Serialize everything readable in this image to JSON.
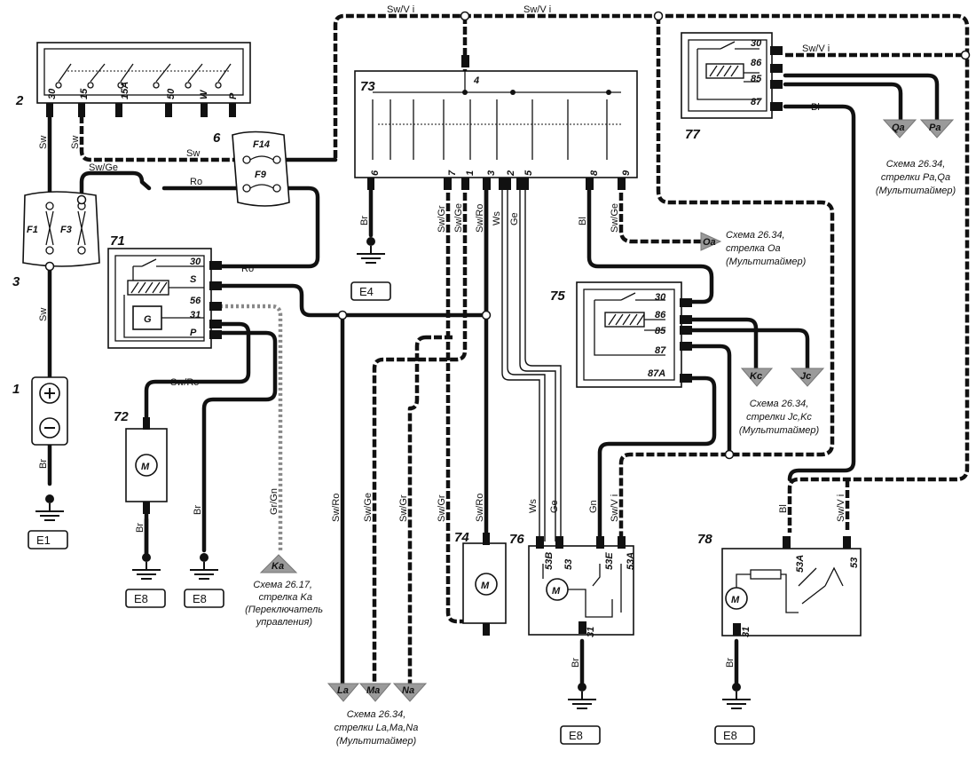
{
  "components": [
    {
      "id": "c1",
      "text": "1"
    },
    {
      "id": "c2",
      "text": "2"
    },
    {
      "id": "c3",
      "text": "3"
    },
    {
      "id": "c6",
      "text": "6"
    },
    {
      "id": "c71",
      "text": "71"
    },
    {
      "id": "c72",
      "text": "72"
    },
    {
      "id": "c73",
      "text": "73"
    },
    {
      "id": "c74",
      "text": "74"
    },
    {
      "id": "c75",
      "text": "75"
    },
    {
      "id": "c76",
      "text": "76"
    },
    {
      "id": "c77",
      "text": "77"
    },
    {
      "id": "c78",
      "text": "78"
    }
  ],
  "wire_labels": {
    "top_left": "Sw/V i",
    "top_right": "Sw/V i",
    "sw_2a": "Sw",
    "sw_2b": "Sw",
    "sw_f14": "Sw",
    "swge": "Sw/Ge",
    "ro_f9": "Ro",
    "sw_3": "Sw",
    "br_1": "Br",
    "ro_71": "Ro",
    "swro_72": "Sw/Ro",
    "br_72": "Br",
    "br_71": "Br",
    "grgn": "Gr/Gn",
    "br_e4": "Br",
    "swgr_73": "Sw/Gr",
    "swge_73": "Sw/Ge",
    "swro_73": "Sw/Ro",
    "ws_73": "Ws",
    "ge_73": "Ge",
    "bl_73": "Bl",
    "swge_9": "Sw/Ge",
    "swro_la": "Sw/Ro",
    "swge_ma": "Sw/Ge",
    "swgr_na": "Sw/Gr",
    "swgr_74": "Sw/Gr",
    "swro_74": "Sw/Ro",
    "ws_76": "Ws",
    "ge_76": "Ge",
    "gn_76": "Gn",
    "swvi_76": "Sw/V i",
    "bl_78": "Bl",
    "swvi_78": "Sw/V i",
    "br_76": "Br",
    "br_78": "Br",
    "swvi_77": "Sw/V i",
    "bl_77": "Bl"
  },
  "fuses": {
    "f14": "F14",
    "f9": "F9",
    "f1": "F1",
    "f3": "F3"
  },
  "pins": {
    "sw2": [
      "30",
      "15",
      "15A",
      "50",
      "W",
      "P"
    ],
    "r71": [
      "30",
      "S",
      "56",
      "31",
      "P"
    ],
    "r73": [
      "6",
      "7",
      "1",
      "3",
      "2",
      "5",
      "8",
      "9"
    ],
    "pin4": "4",
    "r75": [
      "30",
      "86",
      "85",
      "87",
      "87A"
    ],
    "r77": [
      "30",
      "86",
      "85",
      "87"
    ],
    "m76": [
      "53B",
      "53",
      "53E",
      "53A",
      "31"
    ],
    "m78": [
      "53A",
      "53",
      "31"
    ],
    "gen": "G",
    "motor": "M"
  },
  "arrows": {
    "Ka": "Ka",
    "Oa": "Oa",
    "La": "La",
    "Ma": "Ma",
    "Na": "Na",
    "Kc": "Kc",
    "Jc": "Jc",
    "Qa": "Qa",
    "Pa": "Pa"
  },
  "grounds": {
    "e1": "E1",
    "e4": "E4",
    "e8a": "E8",
    "e8b": "E8",
    "e8c": "E8",
    "e8d": "E8"
  },
  "notes": {
    "ka": [
      "Схема 26.17,",
      "стрелка Ka",
      "(Переключатель",
      "управления)"
    ],
    "oa": [
      "Схема 26.34,",
      "стрелка Oa",
      "(Мультитаймер)"
    ],
    "jc": [
      "Схема 26.34,",
      "стрелки  Jc,Kc",
      "(Мультитаймер)"
    ],
    "pa": [
      "Схема 26.34,",
      "стрелки Pa,Qa",
      "(Мультитаймер)"
    ],
    "la": [
      "Схема 26.34,",
      "стрелки La,Ma,Na",
      "(Мультитаймер)"
    ]
  }
}
